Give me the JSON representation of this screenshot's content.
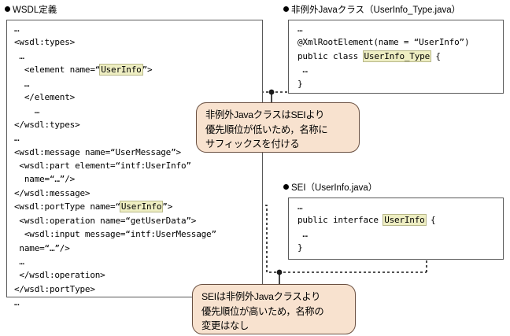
{
  "figure": {
    "background": "#ffffff",
    "highlight_color": "#eeeec2",
    "callout_fill": "#f8e2cf",
    "callout_border": "#6b5142",
    "box_border": "#595959"
  },
  "panels": {
    "wsdl": {
      "title": "WSDL定義",
      "code_lines": [
        "…",
        "<wsdl:types>",
        " …",
        "  <element name=“UserInfo”>",
        "  …",
        "  </element>",
        "    …",
        "</wsdl:types>",
        "…",
        "<wsdl:message name=“UserMessage”>",
        " <wsdl:part element=“intf:UserInfo”",
        "  name=“…”/>",
        "</wsdl:message>",
        "<wsdl:portType name=“UserInfo”>",
        " <wsdl:operation name=“getUserData”>",
        "  <wsdl:input message=“intf:UserMessage”",
        " name=“…”/>",
        " …",
        " </wsdl:operation>",
        "</wsdl:portType>",
        "…"
      ],
      "highlights": [
        "UserInfo",
        "UserInfo"
      ]
    },
    "javaclass": {
      "title": "非例外Javaクラス（UserInfo_Type.java）",
      "title_label": "非例外Javaクラス",
      "title_file": "（UserInfo_Type.java）",
      "code_lines": [
        "…",
        "@XmlRootElement(name = “UserInfo”)",
        "public class UserInfo_Type {",
        " …",
        "}"
      ],
      "highlight": "UserInfo_Type"
    },
    "sei": {
      "title": "SEI（UserInfo.java）",
      "title_label": "SEI",
      "title_file": "（UserInfo.java）",
      "code_lines": [
        "…",
        "public interface UserInfo {",
        " …",
        "}"
      ],
      "highlight": "UserInfo"
    }
  },
  "callouts": {
    "top": {
      "name": "non-exception-java-class-note",
      "text": "非例外JavaクラスはSEIより\n優先順位が低いため，名称に\nサフィックスを付ける"
    },
    "bottom": {
      "name": "sei-priority-note",
      "text": "SEIは非例外Javaクラスより\n優先順位が高いため，名称の\n変更はなし"
    }
  },
  "connectors": [
    {
      "name": "element-to-javaclass",
      "from": "wsdl element name UserInfo",
      "to": "UserInfo_Type class name",
      "style": "dashed-with-arrow"
    },
    {
      "name": "porttype-to-sei",
      "from": "wsdl portType name UserInfo",
      "to": "UserInfo interface name",
      "style": "dashed-with-arrow"
    }
  ]
}
